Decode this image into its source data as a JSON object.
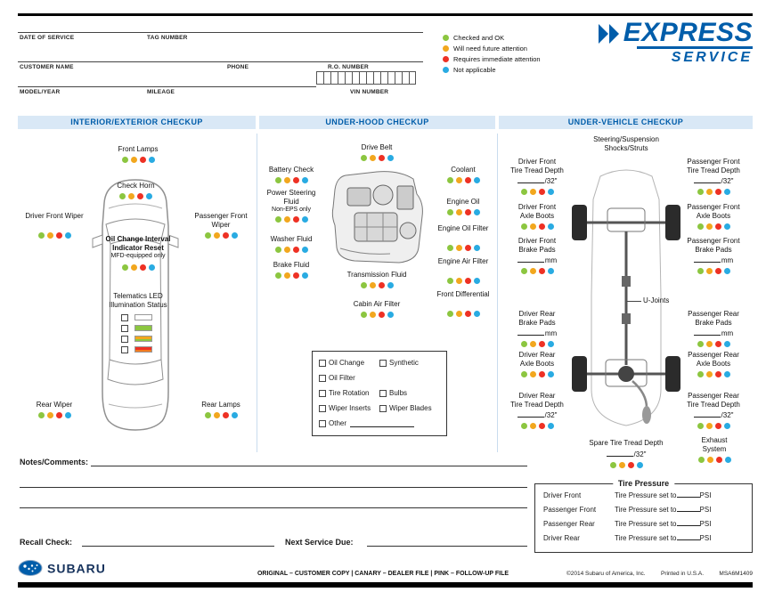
{
  "colors": {
    "green": "#8CC640",
    "yellow": "#F2A71E",
    "red": "#EE3124",
    "blue": "#29ABE2",
    "orange": "#F47B20",
    "brand": "#005DAA",
    "header_bg": "#D9E8F6"
  },
  "header": {
    "fields": {
      "date_of_service": "DATE OF SERVICE",
      "tag_number": "TAG NUMBER",
      "customer_name": "CUSTOMER NAME",
      "phone": "PHONE",
      "ro_number": "R.O. NUMBER",
      "model_year": "MODEL/YEAR",
      "mileage": "MILEAGE",
      "vin_number": "VIN NUMBER"
    },
    "legend": [
      {
        "label": "Checked and OK",
        "color": "green"
      },
      {
        "label": "Will need future attention",
        "color": "yellow"
      },
      {
        "label": "Requires immediate attention",
        "color": "red"
      },
      {
        "label": "Not applicable",
        "color": "blue"
      }
    ],
    "logo": {
      "express": "EXPRESS",
      "service": "SERVICE"
    }
  },
  "interior": {
    "title": "INTERIOR/EXTERIOR CHECKUP",
    "front_lamps": "Front Lamps",
    "check_horn": "Check Horn",
    "driver_front_wiper": "Driver Front Wiper",
    "passenger_front_wiper": "Passenger Front Wiper",
    "oil_change_line1": "Oil Change Interval",
    "oil_change_line2": "Indicator Reset",
    "oil_change_note": "MFD-equipped only",
    "telematics_line1": "Telematics LED",
    "telematics_line2": "Illumination Status",
    "rear_wiper": "Rear Wiper",
    "rear_lamps": "Rear Lamps"
  },
  "underhood": {
    "title": "UNDER-HOOD CHECKUP",
    "drive_belt": "Drive Belt",
    "battery_check": "Battery Check",
    "power_steering": "Power Steering Fluid",
    "power_steering_note": "Non-EPS only",
    "washer_fluid": "Washer Fluid",
    "brake_fluid": "Brake Fluid",
    "coolant": "Coolant",
    "engine_oil": "Engine Oil",
    "engine_oil_filter": "Engine Oil Filter",
    "engine_air_filter": "Engine Air Filter",
    "front_differential": "Front Differential",
    "transmission_fluid": "Transmission Fluid",
    "cabin_air_filter": "Cabin Air Filter",
    "services": {
      "oil_change": "Oil Change",
      "synthetic": "Synthetic",
      "oil_filter": "Oil Filter",
      "tire_rotation": "Tire Rotation",
      "bulbs": "Bulbs",
      "wiper_inserts": "Wiper Inserts",
      "wiper_blades": "Wiper Blades",
      "other": "Other"
    }
  },
  "undervehicle": {
    "title": "UNDER-VEHICLE CHECKUP",
    "steering_line1": "Steering/Suspension",
    "steering_line2": "Shocks/Struts",
    "u_joints": "U-Joints",
    "corners": {
      "df_tread": {
        "line1": "Driver Front",
        "line2": "Tire Tread Depth",
        "unit": "/32\""
      },
      "pf_tread": {
        "line1": "Passenger Front",
        "line2": "Tire Tread Depth",
        "unit": "/32\""
      },
      "df_axle": {
        "line1": "Driver Front",
        "line2": "Axle Boots"
      },
      "pf_axle": {
        "line1": "Passenger Front",
        "line2": "Axle Boots"
      },
      "df_brake": {
        "line1": "Driver Front",
        "line2": "Brake Pads",
        "unit": "mm"
      },
      "pf_brake": {
        "line1": "Passenger Front",
        "line2": "Brake Pads",
        "unit": "mm"
      },
      "dr_brake": {
        "line1": "Driver Rear",
        "line2": "Brake Pads",
        "unit": "mm"
      },
      "pr_brake": {
        "line1": "Passenger Rear",
        "line2": "Brake Pads",
        "unit": "mm"
      },
      "dr_axle": {
        "line1": "Driver Rear",
        "line2": "Axle Boots"
      },
      "pr_axle": {
        "line1": "Passenger Rear",
        "line2": "Axle Boots"
      },
      "dr_tread": {
        "line1": "Driver Rear",
        "line2": "Tire Tread Depth",
        "unit": "/32\""
      },
      "pr_tread": {
        "line1": "Passenger Rear",
        "line2": "Tire Tread Depth",
        "unit": "/32\""
      }
    },
    "spare": {
      "label": "Spare Tire Tread Depth",
      "unit": "/32\""
    },
    "exhaust_line1": "Exhaust",
    "exhaust_line2": "System",
    "tire_pressure": {
      "title": "Tire Pressure",
      "set_to": "Tire Pressure set to",
      "unit": "PSI",
      "rows": [
        "Driver Front",
        "Passenger Front",
        "Passenger Rear",
        "Driver Rear"
      ]
    }
  },
  "footer": {
    "notes_label": "Notes/Comments:",
    "recall_label": "Recall Check:",
    "next_service_label": "Next Service Due:",
    "copies": "ORIGINAL – CUSTOMER COPY  |  CANARY – DEALER FILE  |  PINK – FOLLOW-UP FILE",
    "copyright": "©2014 Subaru of America, Inc.",
    "printed": "Printed in U.S.A.",
    "part_number": "MSA6M1409",
    "subaru": "SUBARU"
  }
}
